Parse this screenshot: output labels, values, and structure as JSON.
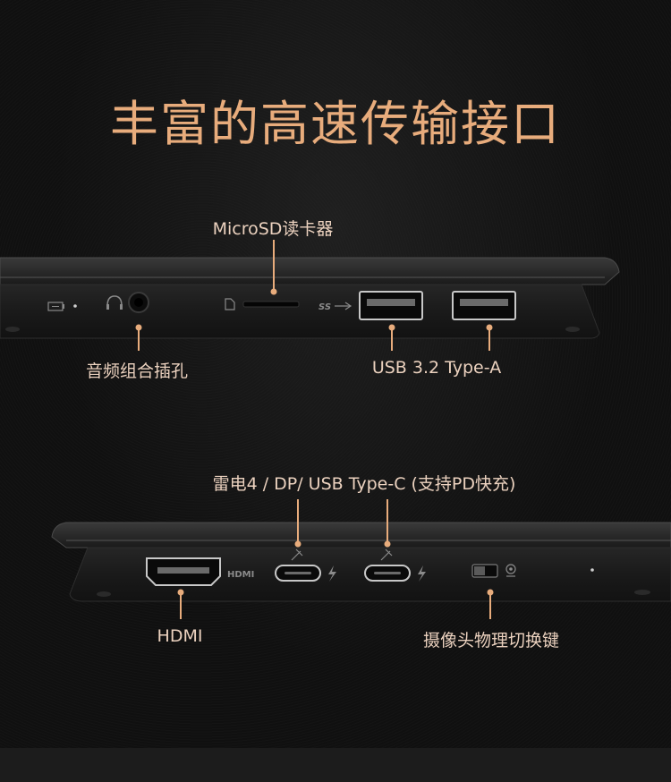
{
  "title": "丰富的高速传输接口",
  "top_side": {
    "microsd_label": "MicroSD读卡器",
    "audio_label": "音频组合插孔",
    "usb_a_label": "USB 3.2 Type-A",
    "ss_logo_text": "SS"
  },
  "bottom_side": {
    "thunderbolt_label": "雷电4 / DP/ USB Type-C (支持PD快充)",
    "hdmi_label": "HDMI",
    "webcam_switch_label": "摄像头物理切换键",
    "hdmi_logo_text": "HDMI"
  },
  "colors": {
    "accent": "#e8ac7c",
    "label": "#ecd2bf",
    "chassis": "#1e1e1e",
    "background": "#101010"
  }
}
